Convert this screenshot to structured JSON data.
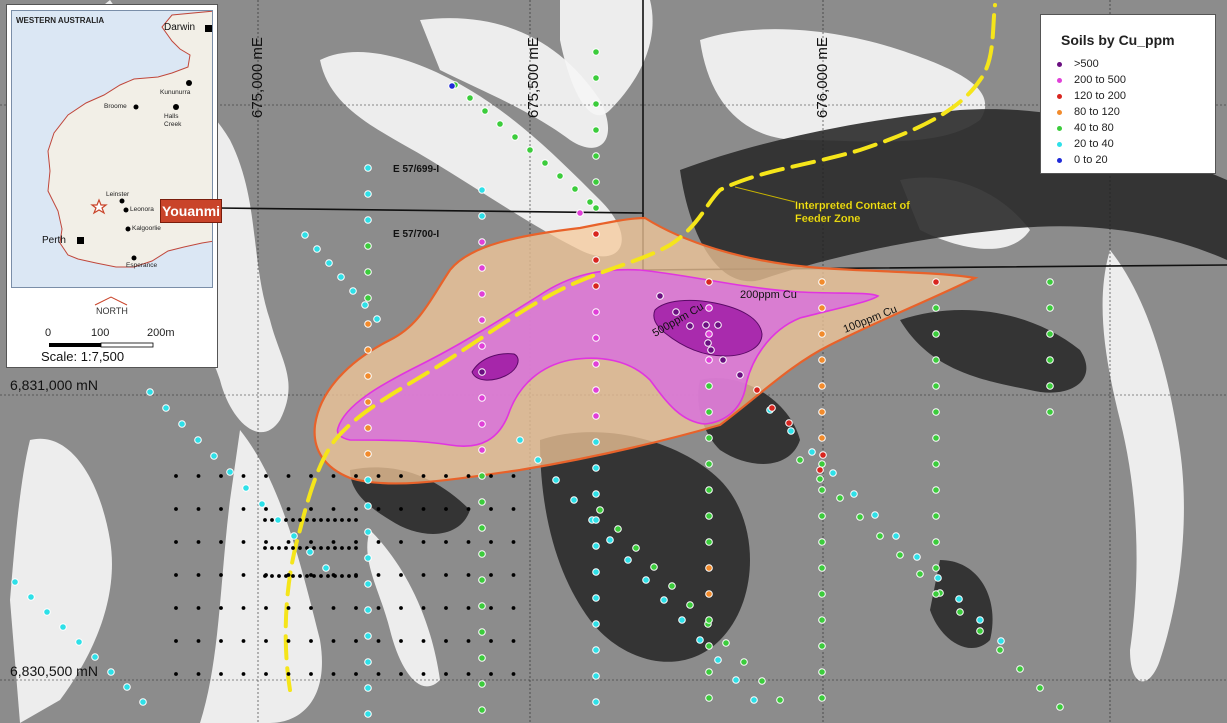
{
  "grid": {
    "easting_labels": [
      "675,000 mE",
      "675,500 mE",
      "676,000 mE"
    ],
    "northing_labels": [
      "6,831,000 mN",
      "6,830,500 mN"
    ]
  },
  "tenements": [
    "E 57/699-I",
    "E 57/700-I"
  ],
  "annotations": {
    "feeder_zone": [
      "Interpreted Contact of",
      "Feeder Zone"
    ],
    "contour_200": "200ppm Cu",
    "contour_500": "500ppm Cu",
    "contour_100": "100ppm Cu"
  },
  "inset": {
    "state_label": "WESTERN AUSTRALIA",
    "towns": [
      "Darwin",
      "Kununurra",
      "Broome",
      "Halls Creek",
      "Leinster",
      "Leonora",
      "Kalgoorlie",
      "Perth",
      "Esperance"
    ],
    "project": "Youanmi",
    "north_label": "NORTH",
    "scale_ticks": [
      "0",
      "100",
      "200m"
    ],
    "scale_text": "Scale: 1:7,500"
  },
  "legend": {
    "title": "Soils by Cu_ppm",
    "classes": [
      {
        "label": ">500",
        "color": "#6a0f80"
      },
      {
        "label": "200 to 500",
        "color": "#e040d8"
      },
      {
        "label": "120 to 200",
        "color": "#d8251f"
      },
      {
        "label": "80 to 120",
        "color": "#f28b2c"
      },
      {
        "label": "40 to 80",
        "color": "#3ccc3c"
      },
      {
        "label": "20 to 40",
        "color": "#2ee0e8"
      },
      {
        "label": "0 to 20",
        "color": "#1f2ad8"
      }
    ]
  },
  "colors": {
    "background_light": "#f5f5f5",
    "background_dark": "#2a2a2a",
    "background_mid": "#8c8c8c",
    "anomaly_100ppm_fill": "#f4c89a",
    "anomaly_100ppm_line": "#e8622a",
    "anomaly_200ppm_fill": "#d872dc",
    "anomaly_500ppm_fill": "#a322a8",
    "contact_line": "#f5e51a",
    "unclassified_sample": "#000000"
  }
}
